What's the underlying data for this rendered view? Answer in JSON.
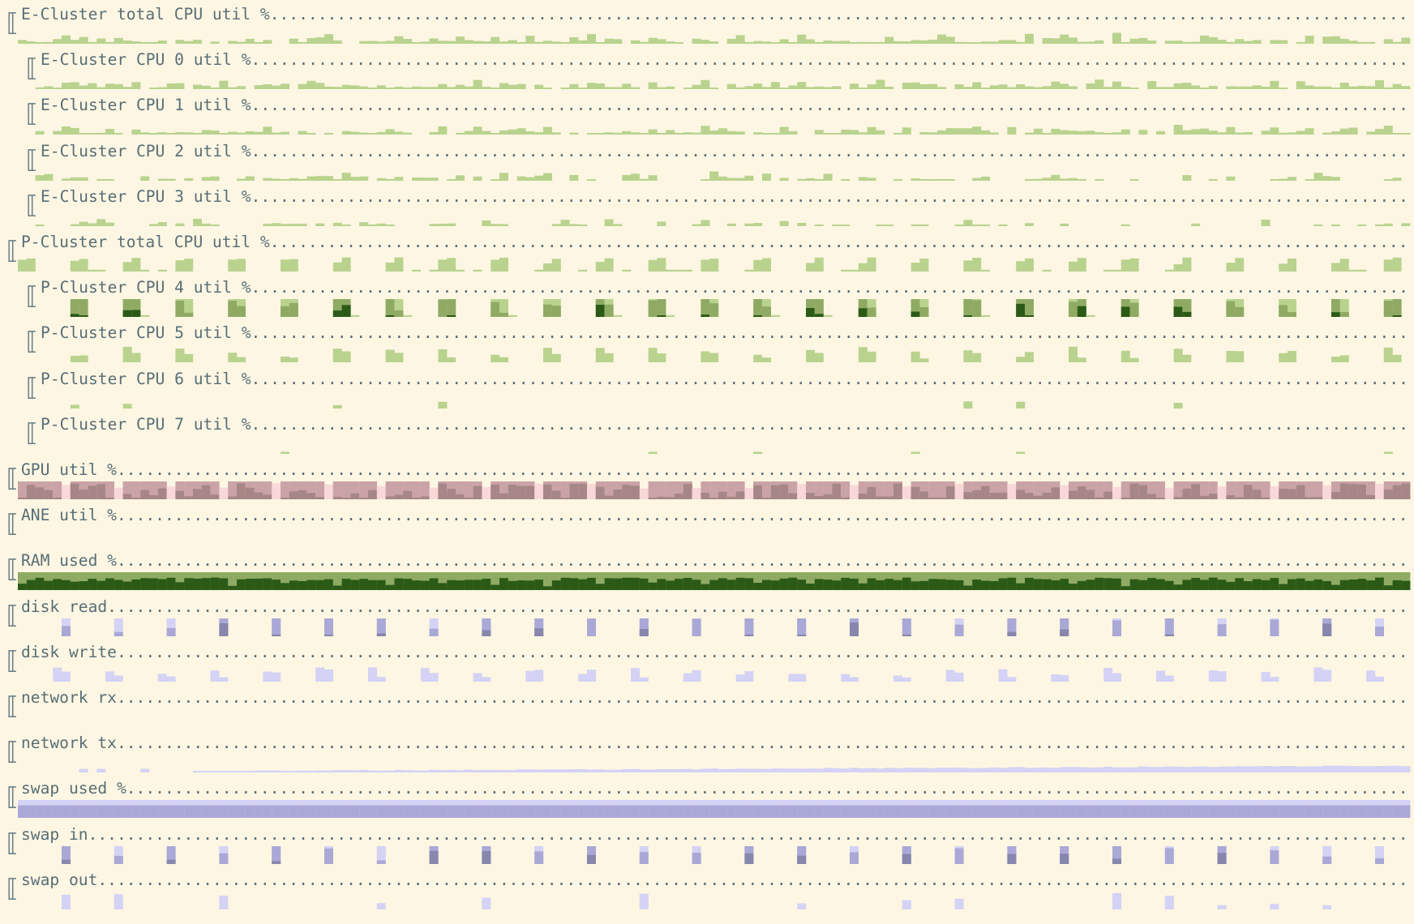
{
  "window": {
    "background": "#fdf6e3",
    "text_color": "#586e75"
  },
  "palettes": {
    "cpu": [
      "#b9d38e",
      "#8fab63",
      "#2b5a17"
    ],
    "gpu": [
      "#f9d8d9",
      "#c9a3a6",
      "#a68686"
    ],
    "ram": [
      "#8fab63",
      "#2b5a17"
    ],
    "io": [
      "#d4d2f5",
      "#aaa8d6",
      "#8786ad"
    ]
  },
  "charts": [
    {
      "key": "e_total",
      "label": "E-Cluster total CPU util %",
      "indent": false,
      "icon": "bracket-icon",
      "palette": "cpu",
      "pattern": "noise"
    },
    {
      "key": "e0",
      "label": "E-Cluster CPU 0 util %",
      "indent": true,
      "icon": "bracket-icon",
      "palette": "cpu",
      "pattern": "noise"
    },
    {
      "key": "e1",
      "label": "E-Cluster CPU 1 util %",
      "indent": true,
      "icon": "bracket-icon",
      "palette": "cpu",
      "pattern": "noise"
    },
    {
      "key": "e2",
      "label": "E-Cluster CPU 2 util %",
      "indent": true,
      "icon": "bracket-icon",
      "palette": "cpu",
      "pattern": "sparse"
    },
    {
      "key": "e3",
      "label": "E-Cluster CPU 3 util %",
      "indent": true,
      "icon": "bracket-icon",
      "palette": "cpu",
      "pattern": "sparser"
    },
    {
      "key": "p_total",
      "label": "P-Cluster total CPU util %",
      "indent": false,
      "icon": "bracket-icon",
      "palette": "cpu",
      "pattern": "periodic"
    },
    {
      "key": "p4",
      "label": "P-Cluster CPU 4 util %",
      "indent": true,
      "icon": "bracket-icon",
      "palette": "cpu",
      "pattern": "periodic_full"
    },
    {
      "key": "p5",
      "label": "P-Cluster CPU 5 util %",
      "indent": true,
      "icon": "bracket-icon",
      "palette": "cpu",
      "pattern": "periodic_mid"
    },
    {
      "key": "p6",
      "label": "P-Cluster CPU 6 util %",
      "indent": true,
      "icon": "bracket-icon",
      "palette": "cpu",
      "pattern": "rare"
    },
    {
      "key": "p7",
      "label": "P-Cluster CPU 7 util %",
      "indent": true,
      "icon": "bracket-icon",
      "palette": "cpu",
      "pattern": "rarest"
    },
    {
      "key": "gpu",
      "label": "GPU util %",
      "indent": false,
      "icon": "bracket-icon",
      "palette": "gpu",
      "pattern": "gpu"
    },
    {
      "key": "ane",
      "label": "ANE util %",
      "indent": false,
      "icon": "bracket-icon",
      "palette": "cpu",
      "pattern": "empty"
    },
    {
      "key": "ram",
      "label": "RAM used %",
      "indent": false,
      "icon": "bracket-icon",
      "palette": "ram",
      "pattern": "ram"
    },
    {
      "key": "disk_read",
      "label": "disk read",
      "indent": false,
      "icon": "bracket-icon",
      "palette": "io",
      "pattern": "io_spikes"
    },
    {
      "key": "disk_write",
      "label": "disk write",
      "indent": false,
      "icon": "bracket-icon",
      "palette": "io",
      "pattern": "io_blocks"
    },
    {
      "key": "net_rx",
      "label": "network rx",
      "indent": false,
      "icon": "bracket-icon",
      "palette": "io",
      "pattern": "empty"
    },
    {
      "key": "net_tx",
      "label": "network tx",
      "indent": false,
      "icon": "bracket-icon",
      "palette": "io",
      "pattern": "tx_ramp"
    },
    {
      "key": "swap_used",
      "label": "swap used %",
      "indent": false,
      "icon": "bracket-icon",
      "palette": "io",
      "pattern": "swap"
    },
    {
      "key": "swap_in",
      "label": "swap in",
      "indent": false,
      "icon": "bracket-icon",
      "palette": "io",
      "pattern": "io_spikes"
    },
    {
      "key": "swap_out",
      "label": "swap out",
      "indent": false,
      "icon": "bracket-icon",
      "palette": "io",
      "pattern": "swap_out"
    }
  ]
}
